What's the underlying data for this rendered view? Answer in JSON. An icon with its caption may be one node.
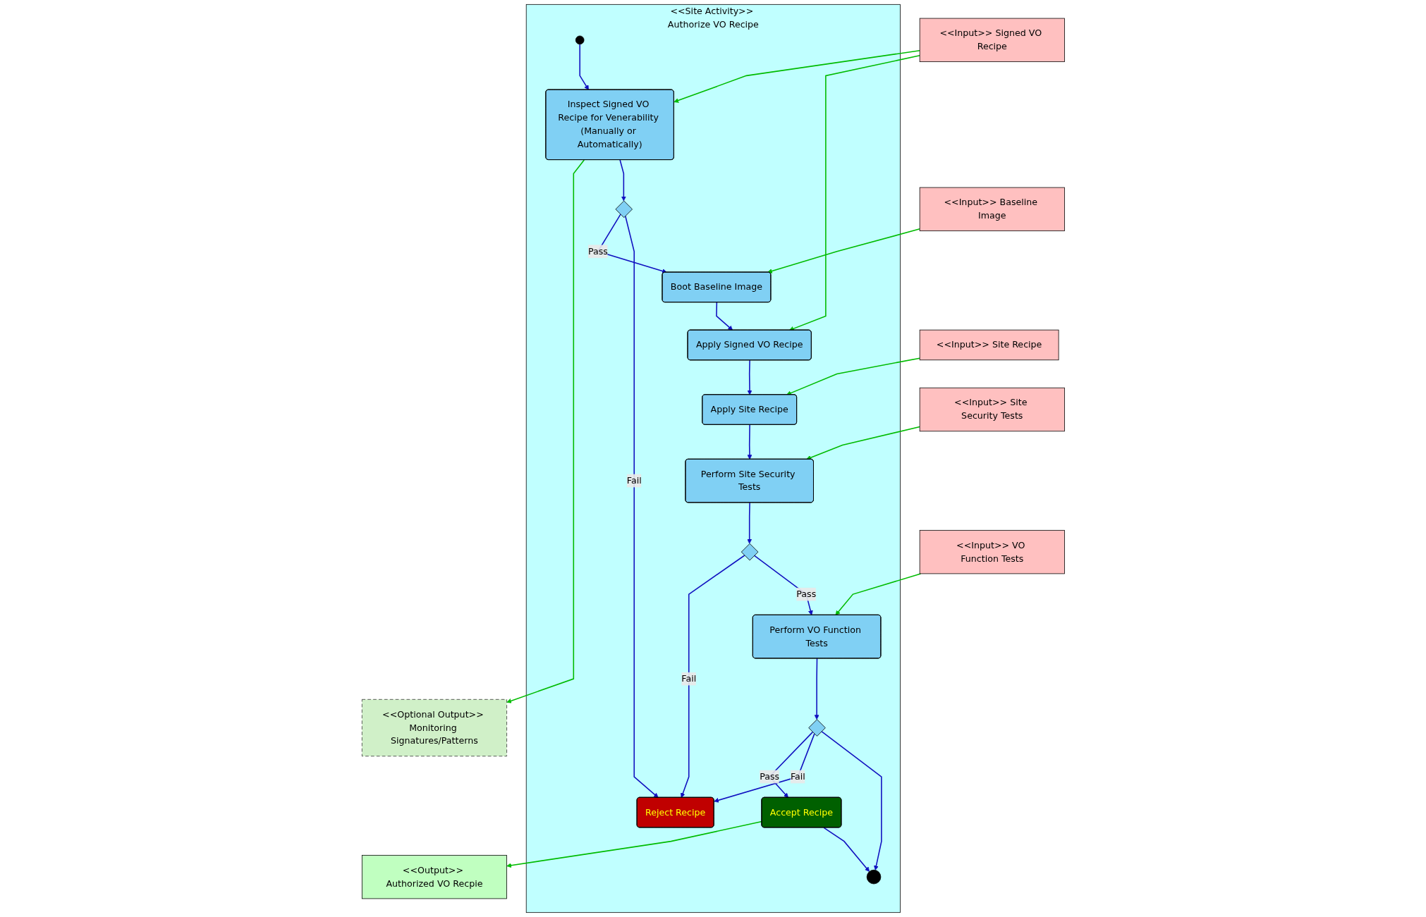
{
  "diagram": {
    "nodes": [
      {
        "text": [
          "<<Site Activity>> Authorize VO Recipe"
        ]
      },
      {
        "text": [
          "<<Input>> Baseline Image"
        ]
      },
      {
        "text": [
          "<<Input>> Signed VO Recipe"
        ]
      },
      {
        "text": [
          "<<Input>> Site Recipe"
        ]
      },
      {
        "text": [
          "<<Input>> Site Security Tests"
        ]
      },
      {
        "text": [
          "<<Input>> VO Function Tests"
        ]
      },
      {
        "text": [
          "<<Output>> Authorized VO Recpie"
        ]
      },
      {
        "text": [
          "<<Optional Output>> Monitoring Signatures/Patterns"
        ]
      },
      {
        "text": [],
        "shape": "circle",
        "in": 0
      },
      {
        "text": [
          "Inspect Signed VO Recipe for Venerability (Manually or Automatically)"
        ],
        "in": 0
      },
      {
        "text": [],
        "shape": "diamond",
        "in": 0
      },
      {
        "text": [
          "Boot Baseline Image"
        ],
        "in": 0
      },
      {
        "text": [
          "Apply Signed VO Recipe"
        ],
        "in": 0
      },
      {
        "text": [
          "Apply Site Recipe"
        ],
        "in": 0
      },
      {
        "text": [
          "Perform Site Security Tests"
        ],
        "in": 0
      },
      {
        "text": [],
        "shape": "diamond",
        "in": 0
      },
      {
        "text": [
          "Reject Recipe"
        ],
        "in": 0
      },
      {
        "text": [
          "Perform VO Function Tests"
        ],
        "in": 0
      },
      {
        "text": [],
        "shape": "diamond",
        "in": 0
      },
      {
        "text": [
          "Accept Recipe"
        ],
        "in": 0
      },
      {
        "text": [],
        "shape": "circle",
        "in": 0
      }
    ],
    "edges": [
      {
        "from": 8,
        "to": 9,
        "arrow": "to"
      },
      {
        "from": 2,
        "to": 9,
        "arrow": "to",
        "color": "#00bb00"
      },
      {
        "from": 1,
        "to": 11,
        "arrow": "to",
        "color": "#00bb00"
      },
      {
        "from": 2,
        "to": 12,
        "arrow": "to",
        "color": "#00bb00"
      },
      {
        "from": 3,
        "to": 13,
        "arrow": "to",
        "color": "#00bb00"
      },
      {
        "from": 4,
        "to": 14,
        "arrow": "to",
        "color": "#00bb00"
      },
      {
        "from": 5,
        "to": 17,
        "arrow": "to",
        "color": "#00bb00"
      },
      {
        "from": 9,
        "to": 7,
        "arrow": "to",
        "color": "#00bb00"
      },
      {
        "from": 19,
        "to": 6,
        "arrow": "to",
        "color": "#00bb00"
      },
      {
        "from": 9,
        "to": 10,
        "arrow": "to"
      },
      {
        "from": 10,
        "to": 11,
        "arrow": "to",
        "label": "Pass"
      },
      {
        "from": 10,
        "to": 16,
        "arrow": "to",
        "label": "Fail"
      },
      {
        "from": 11,
        "to": 12,
        "arrow": "to"
      },
      {
        "from": 12,
        "to": 13,
        "arrow": "to"
      },
      {
        "from": 13,
        "to": 14,
        "arrow": "to"
      },
      {
        "from": 14,
        "to": 15,
        "arrow": "to"
      },
      {
        "from": 15,
        "to": 16,
        "arrow": "to",
        "label": "Fail"
      },
      {
        "from": 15,
        "to": 17,
        "arrow": "to",
        "label": "Pass"
      },
      {
        "from": 17,
        "to": 18,
        "arrow": "to"
      },
      {
        "from": 18,
        "to": 19,
        "arrow": "to",
        "label": "Pass"
      },
      {
        "from": 18,
        "to": 16,
        "arrow": "to",
        "label": "Fail"
      },
      {
        "from": 18,
        "to": 20,
        "arrow": "to"
      },
      {
        "from": 19,
        "to": 20,
        "arrow": "to"
      }
    ]
  }
}
